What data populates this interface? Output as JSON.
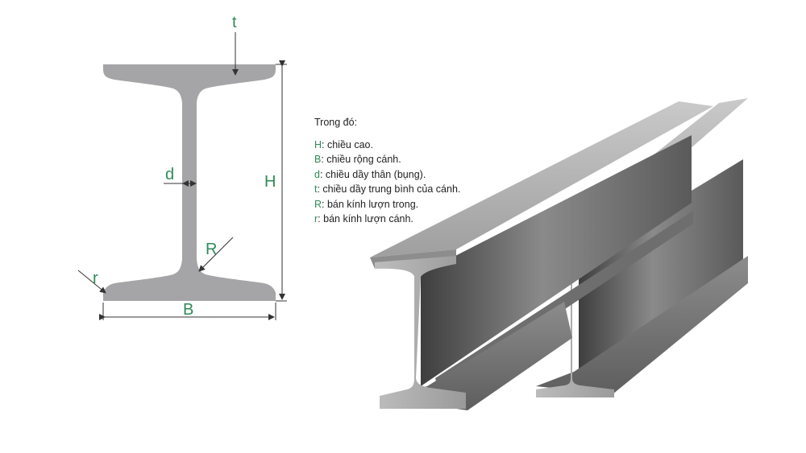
{
  "section_diagram": {
    "labels": {
      "t": "t",
      "H": "H",
      "d": "d",
      "R": "R",
      "r": "r",
      "B": "B"
    },
    "colors": {
      "steel_fill": "#a5a5a7",
      "label_green": "#2e8b57",
      "dimension_line": "#333333"
    }
  },
  "legend": {
    "heading": "Trong đó:",
    "items": [
      {
        "symbol": "H",
        "text": ": chiều cao."
      },
      {
        "symbol": "B",
        "text": ": chiều rộng cánh."
      },
      {
        "symbol": "d",
        "text": ": chiều dầy thân (bụng)."
      },
      {
        "symbol": "t",
        "text": ": chiều dầy trung bình của cánh."
      },
      {
        "symbol": "R",
        "text": ": bán kính lượn trong."
      },
      {
        "symbol": "r",
        "text": ": bán kính lượn cánh."
      }
    ]
  },
  "beams_illustration": {
    "count": 2,
    "colors": {
      "light": "#bdbdbd",
      "mid": "#8e8e8e",
      "dark": "#4a4a4a"
    }
  }
}
